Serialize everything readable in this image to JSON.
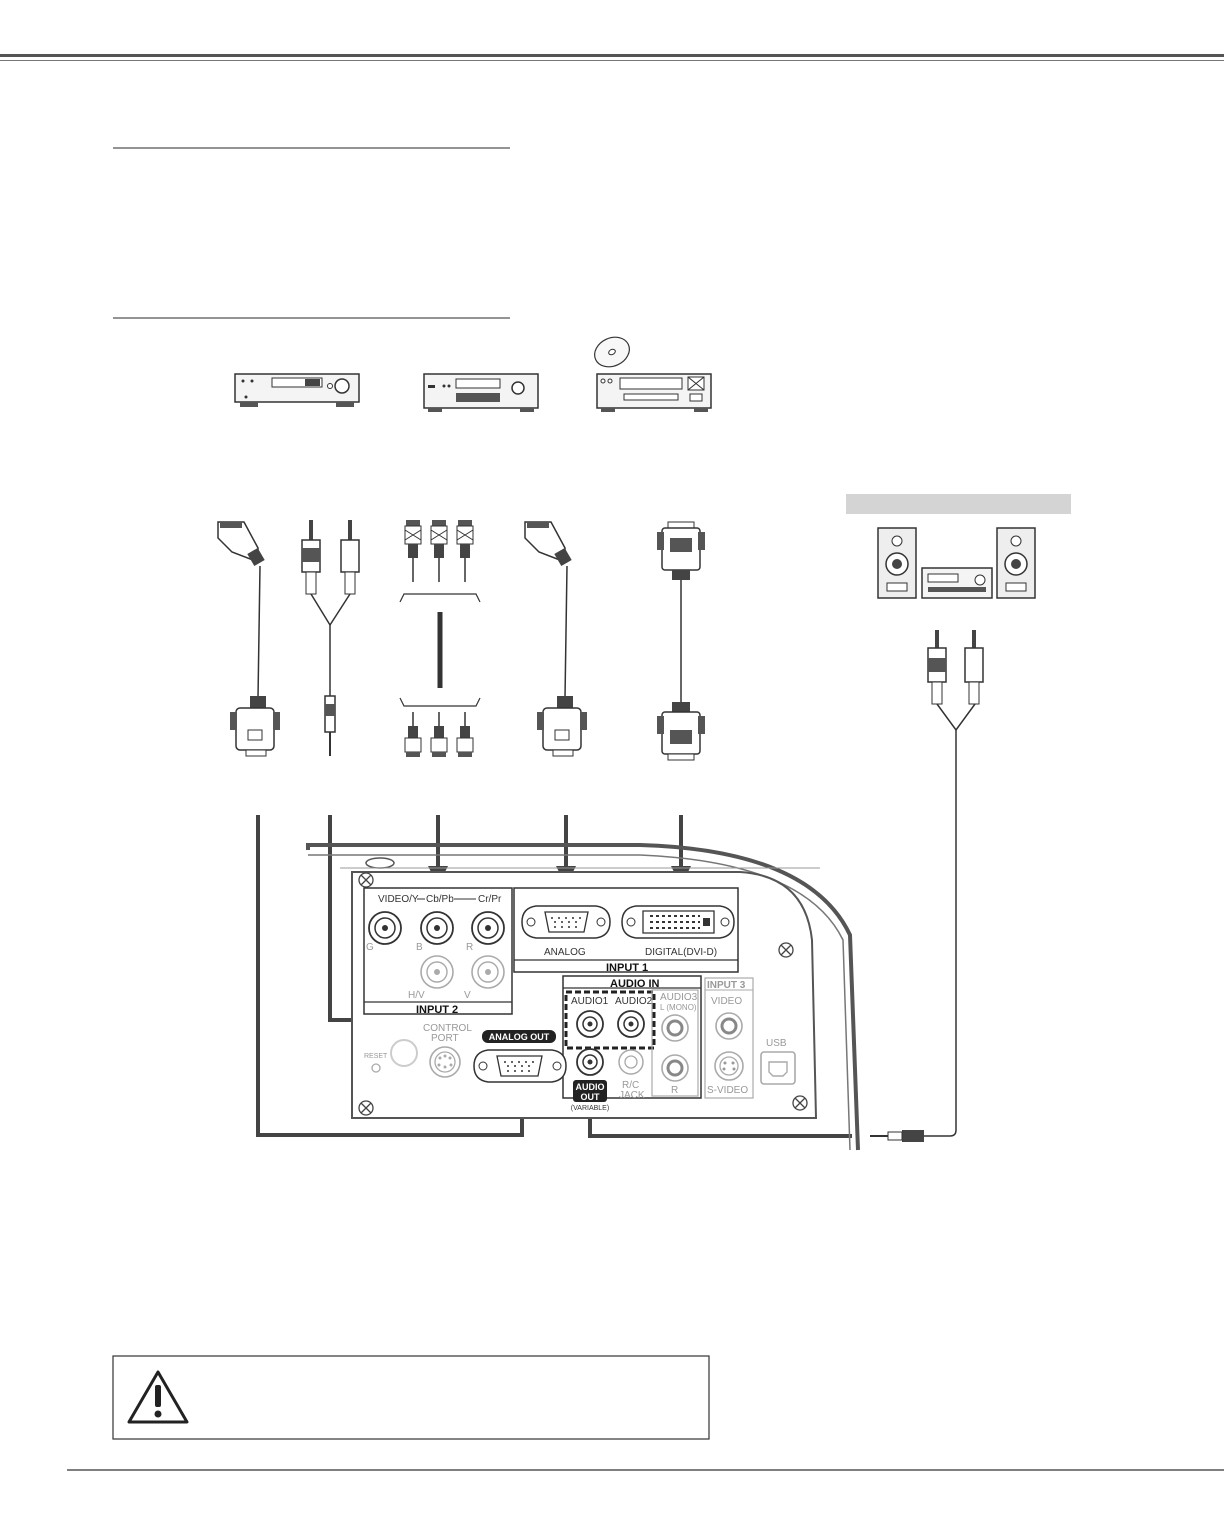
{
  "panel": {
    "video_y": "VIDEO/Y",
    "cb_pb": "Cb/Pb",
    "cr_pr": "Cr/Pr",
    "g": "G",
    "b": "B",
    "r": "R",
    "hv": "H/V",
    "v": "V",
    "input2": "INPUT 2",
    "analog": "ANALOG",
    "digital": "DIGITAL(DVI-D)",
    "input1": "INPUT 1",
    "audio_in": "AUDIO IN",
    "audio1": "AUDIO1",
    "audio2": "AUDIO2",
    "audio3": "AUDIO3",
    "l_mono": "L (MONO)",
    "r_small": "R",
    "input3": "INPUT 3",
    "video": "VIDEO",
    "s_video": "S-VIDEO",
    "usb": "USB",
    "control": "CONTROL",
    "port": "PORT",
    "reset": "RESET",
    "analog_out": "ANALOG OUT",
    "audio_out_1": "AUDIO",
    "audio_out_2": "OUT",
    "variable": "(VARIABLE)",
    "rc": "R/C",
    "jack": "JACK"
  },
  "icons": [
    "vcr-device-icon",
    "video-player-icon",
    "dvd-player-icon",
    "audio-system-icon",
    "warning-icon"
  ],
  "colors": {
    "line": "#444444",
    "panel": "#555555",
    "note_bar": "#d4d4d4",
    "grey_label": "#999999"
  }
}
